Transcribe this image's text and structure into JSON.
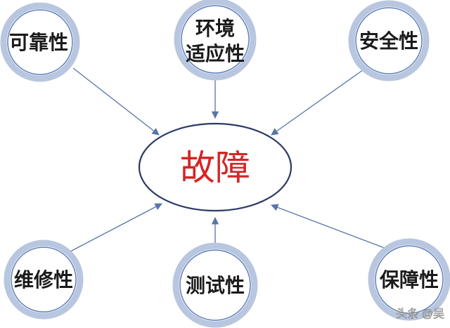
{
  "diagram": {
    "center": {
      "label": "故障"
    },
    "nodes": [
      {
        "id": "reliability",
        "lines": [
          "可靠性"
        ]
      },
      {
        "id": "env",
        "lines": [
          "环境",
          "适应性"
        ]
      },
      {
        "id": "safety",
        "lines": [
          "安全性"
        ]
      },
      {
        "id": "maintainability",
        "lines": [
          "维修性"
        ]
      },
      {
        "id": "testability",
        "lines": [
          "测试性"
        ]
      },
      {
        "id": "supportability",
        "lines": [
          "保障性"
        ]
      }
    ],
    "watermark": "头条 @吴"
  },
  "colors": {
    "ring": "#b8c6df",
    "ring_inner": "#5f7fb8",
    "ellipse_stroke": "#2b3a66",
    "arrow": "#5874a8",
    "center_text": "#d52525",
    "node_text": "#1b1b1b"
  }
}
